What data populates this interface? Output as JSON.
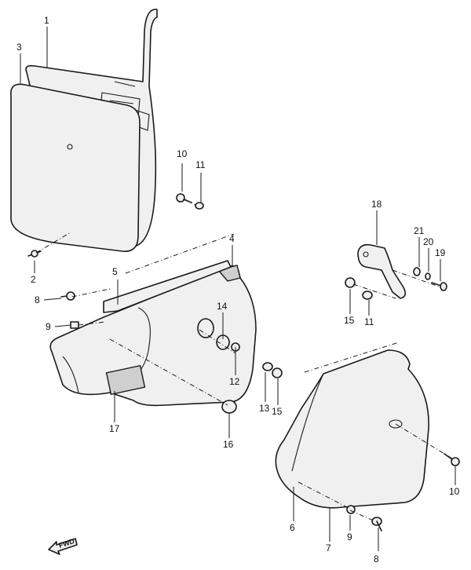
{
  "callouts": {
    "c1": "1",
    "c3": "3",
    "c10a": "10",
    "c11a": "11",
    "c2": "2",
    "c4": "4",
    "c5": "5",
    "c8a": "8",
    "c9a": "9",
    "c14": "14",
    "c12": "12",
    "c17": "17",
    "c16": "16",
    "c13": "13",
    "c15a": "15",
    "c18": "18",
    "c21": "21",
    "c20": "20",
    "c19": "19",
    "c15b": "15",
    "c11b": "11",
    "c10b": "10",
    "c6": "6",
    "c9b": "9",
    "c7": "7",
    "c8b": "8"
  },
  "fwd_label": "FWD"
}
